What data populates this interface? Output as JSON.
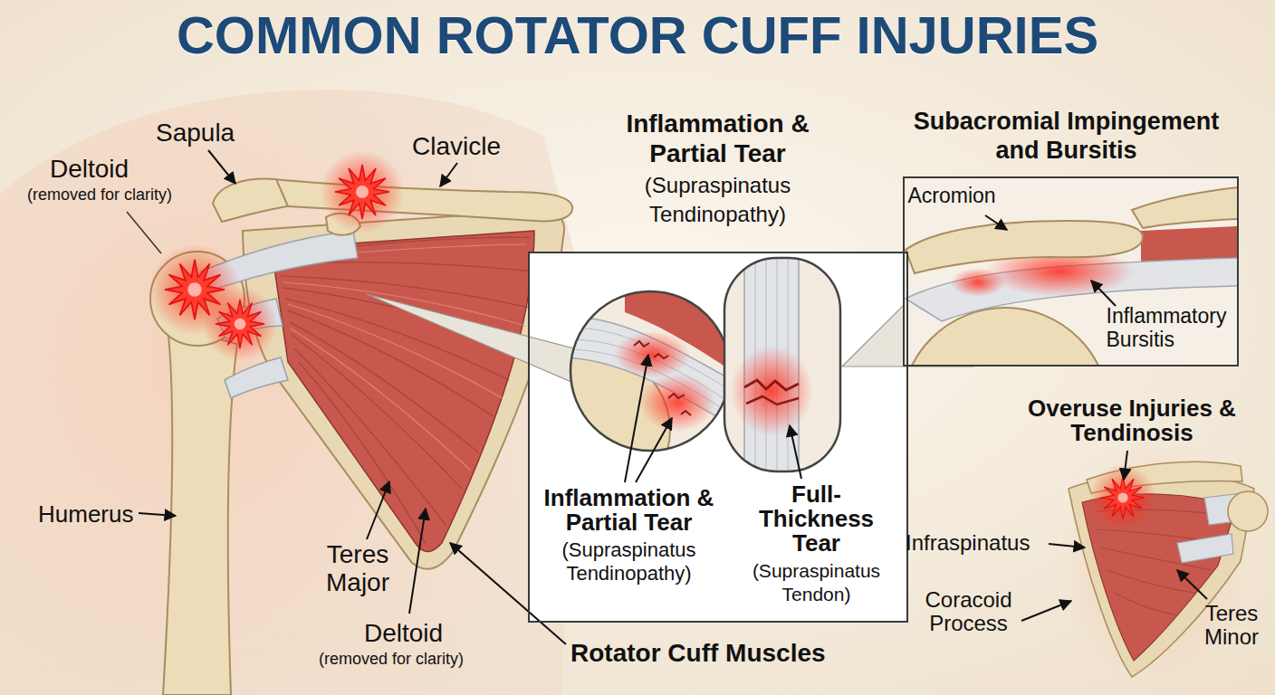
{
  "diagram": {
    "title": "COMMON ROTATOR CUFF INJURIES",
    "nodes": [
      {
        "text": [
          "Inflammation & Partial Tear",
          "(Supraspinatus Tendinopathy)",
          "Inflammation & Partial Tear",
          "(Supraspinatus Tendinopathy)",
          "Full-Thickness Tear",
          "(Supraspinatus Tendon)"
        ]
      },
      {
        "text": [
          "Subacromial Impingement and Bursitis",
          "Acromion",
          "Inflammatory Bursitis"
        ]
      }
    ],
    "labels": [
      "Sapula",
      "Clavicle",
      "Deltoid",
      "(removed for clarity)",
      "Humerus",
      "Teres Major",
      "Deltoid",
      "(removed for clarity)",
      "Rotator Cuff Muscles",
      "Overuse Injuries & Tendinosis",
      "Infraspinatus",
      "Coracoid Process",
      "Teres Minor"
    ]
  }
}
